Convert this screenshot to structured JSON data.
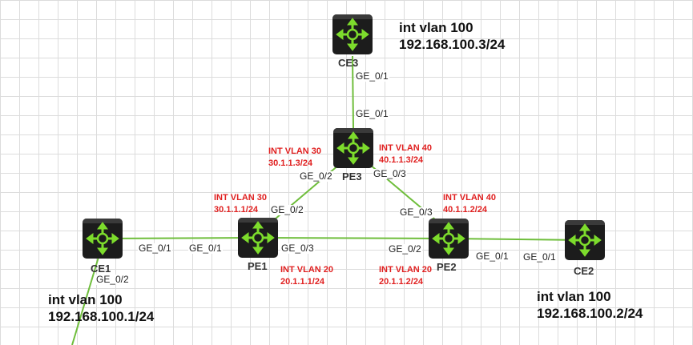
{
  "colors": {
    "link": "#6fbe3c",
    "router_body": "#1c1c1c",
    "router_arrows": "#7ddc2c",
    "vlan_label": "#e02020"
  },
  "devices": [
    {
      "id": "CE3",
      "name": "CE3",
      "icon": "router-icon"
    },
    {
      "id": "PE3",
      "name": "PE3",
      "icon": "router-icon"
    },
    {
      "id": "PE1",
      "name": "PE1",
      "icon": "router-icon"
    },
    {
      "id": "PE2",
      "name": "PE2",
      "icon": "router-icon"
    },
    {
      "id": "CE1",
      "name": "CE1",
      "icon": "router-icon"
    },
    {
      "id": "CE2",
      "name": "CE2",
      "icon": "router-icon"
    }
  ],
  "ports": [
    "GE_0/1",
    "GE_0/1",
    "GE_0/2",
    "GE_0/3",
    "GE_0/2",
    "GE_0/3",
    "GE_0/1",
    "GE_0/1",
    "GE_0/3",
    "GE_0/2",
    "GE_0/1",
    "GE_0/1",
    "GE_0/2"
  ],
  "vlan_interfaces": [
    {
      "name": "INT VLAN 30",
      "ip": "30.1.1.3/24"
    },
    {
      "name": "INT VLAN 40",
      "ip": "40.1.1.3/24"
    },
    {
      "name": "INT VLAN 30",
      "ip": "30.1.1.1/24"
    },
    {
      "name": "INT VLAN 40",
      "ip": "40.1.1.2/24"
    },
    {
      "name": "INT VLAN 20",
      "ip": "20.1.1.1/24"
    },
    {
      "name": "INT VLAN 20",
      "ip": "20.1.1.2/24"
    }
  ],
  "configs": [
    {
      "line1": "int vlan 100",
      "line2": "192.168.100.3/24"
    },
    {
      "line1": "int vlan 100",
      "line2": "192.168.100.1/24"
    },
    {
      "line1": "int vlan 100",
      "line2": "192.168.100.2/24"
    }
  ]
}
